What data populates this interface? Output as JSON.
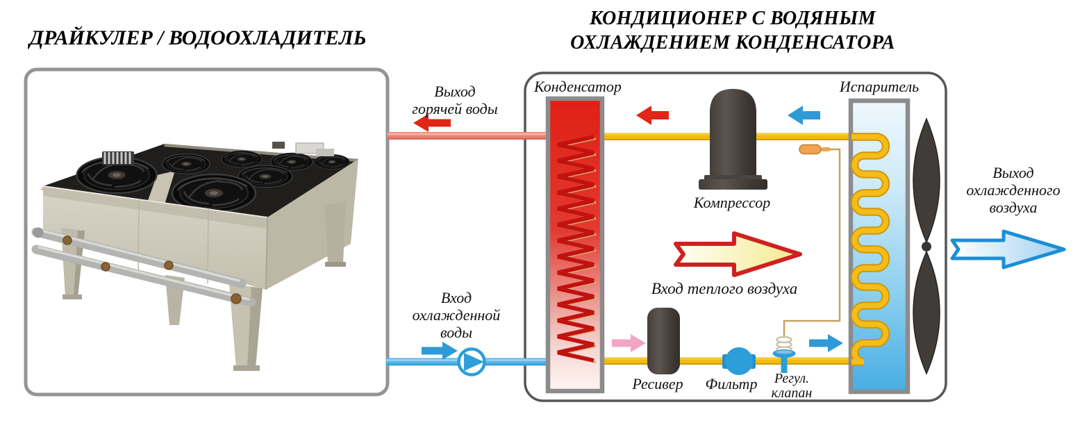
{
  "titles": {
    "left": "ДРАЙКУЛЕР / ВОДООХЛАДИТЕЛЬ",
    "right_line1": "КОНДИЦИОНЕР С ВОДЯНЫМ",
    "right_line2": "ОХЛАЖДЕНИЕМ КОНДЕНСАТОРА"
  },
  "labels": {
    "condenser": "Конденсатор",
    "evaporator": "Испаритель",
    "compressor": "Компрессор",
    "receiver": "Ресивер",
    "filter": "Фильтр",
    "valve_line1": "Регул.",
    "valve_line2": "клапан",
    "warm_air_in": "Вход теплого воздуха",
    "hot_water_out_line1": "Выход",
    "hot_water_out_line2": "горячей воды",
    "cold_water_in_line1": "Вход",
    "cold_water_in_line2": "охлажденной",
    "cold_water_in_line3": "воды",
    "cold_air_out_line1": "Выход",
    "cold_air_out_line2": "охлажденного",
    "cold_air_out_line3": "воздуха"
  },
  "colors": {
    "hot_pipe": "#ec8172",
    "cold_pipe": "#54b5e8",
    "refrigerant_pipe": "#f2bb10",
    "red_arrow": "#e02616",
    "blue_arrow": "#2f9ad6",
    "pink_arrow": "#f2a6c6",
    "warm_air_arrow_fill": "#f3ea8e",
    "warm_air_arrow_stroke": "#d02020",
    "cool_air_arrow_fill": "#a6d4f1",
    "cool_air_arrow_stroke": "#1b8ed6",
    "box_border_left": "#949494",
    "box_border_right": "#565656"
  }
}
